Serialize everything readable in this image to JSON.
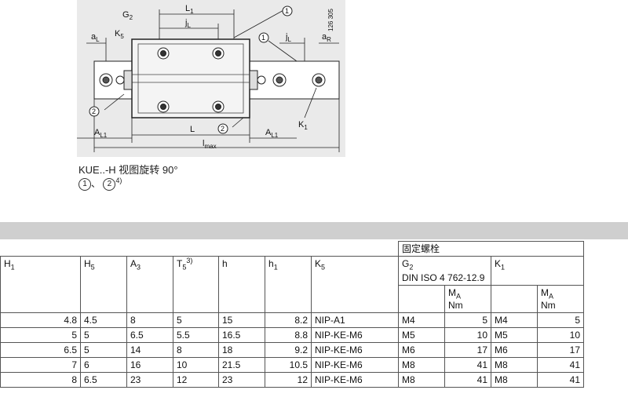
{
  "drawing": {
    "labels": {
      "aL": "a",
      "aL_sub": "L",
      "K5": "K",
      "K5_sub": "5",
      "G2": "G",
      "G2_sub": "2",
      "L1": "L",
      "L1_sub": "1",
      "jL": "j",
      "jL_sub": "L",
      "callout1": "1",
      "callout2": "2",
      "aR": "a",
      "aR_sub": "R",
      "AL1": "A",
      "AL1_sub": "L1",
      "L": "L",
      "K1": "K",
      "K1_sub": "1",
      "lmax": "l",
      "lmax_sub": "max",
      "ref_no": "126 305"
    }
  },
  "caption": {
    "line1": "KUE..-H 视图旋转 90°",
    "callout_a": "1",
    "separator": "、",
    "callout_b": "2",
    "footnote": "4)"
  },
  "table": {
    "group_header": "固定螺栓",
    "headers": {
      "H1": "H",
      "H1_sub": "1",
      "H5": "H",
      "H5_sub": "5",
      "A3": "A",
      "A3_sub": "3",
      "T5": "T",
      "T5_sub": "5",
      "T5_sup": "3)",
      "h": "h",
      "h1": "h",
      "h1_sub": "1",
      "K5": "K",
      "K5_sub": "5",
      "G2": "G",
      "G2_sub": "2",
      "G2_std": "DIN ISO 4 762-12.9",
      "K1": "K",
      "K1_sub": "1",
      "MA1": "M",
      "MA1_sub": "A",
      "MA1_unit": "Nm",
      "MA2": "M",
      "MA2_sub": "A",
      "MA2_unit": "Nm"
    },
    "rows": [
      [
        "4.8",
        "4.5",
        "8",
        "5",
        "15",
        "8.2",
        "NIP-A1",
        "M4",
        "5",
        "M4",
        "5"
      ],
      [
        "5",
        "5",
        "6.5",
        "5.5",
        "16.5",
        "8.8",
        "NIP-KE-M6",
        "M5",
        "10",
        "M5",
        "10"
      ],
      [
        "6.5",
        "5",
        "14",
        "8",
        "18",
        "9.2",
        "NIP-KE-M6",
        "M6",
        "17",
        "M6",
        "17"
      ],
      [
        "7",
        "6",
        "16",
        "10",
        "21.5",
        "10.5",
        "NIP-KE-M6",
        "M8",
        "41",
        "M8",
        "41"
      ],
      [
        "8",
        "6.5",
        "23",
        "12",
        "23",
        "12",
        "NIP-KE-M6",
        "M8",
        "41",
        "M8",
        "41"
      ]
    ]
  }
}
